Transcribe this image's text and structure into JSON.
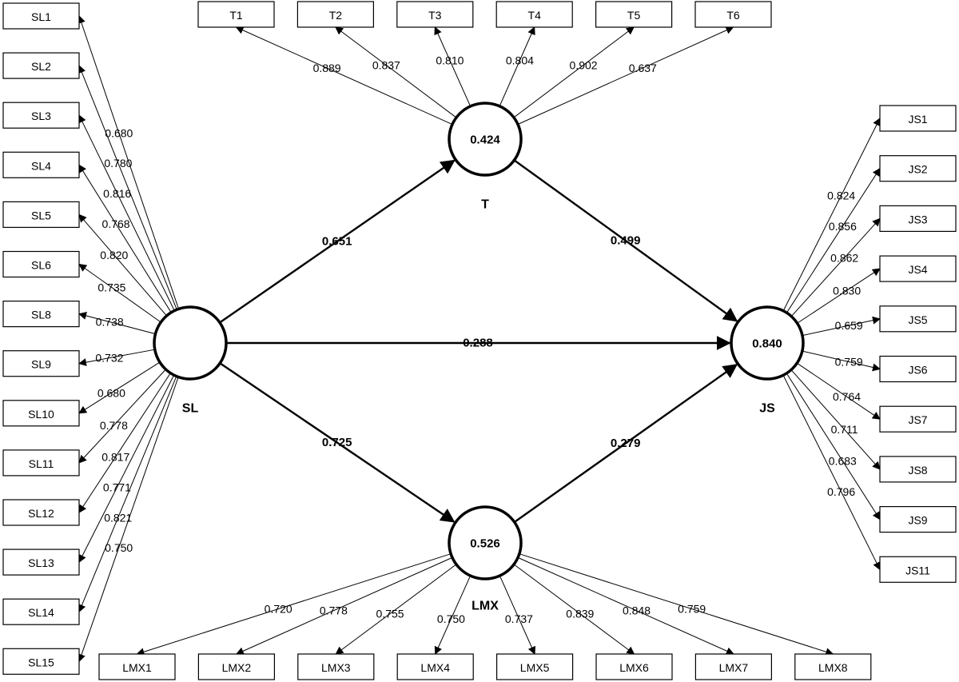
{
  "latent": {
    "SL": {
      "name": "SL",
      "r2": ""
    },
    "T": {
      "name": "T",
      "r2": "0.424"
    },
    "JS": {
      "name": "JS",
      "r2": "0.840"
    },
    "LMX": {
      "name": "LMX",
      "r2": "0.526"
    }
  },
  "paths": [
    {
      "from": "SL",
      "to": "T",
      "value": "0.651"
    },
    {
      "from": "T",
      "to": "JS",
      "value": "0.499"
    },
    {
      "from": "SL",
      "to": "JS",
      "value": "0.288"
    },
    {
      "from": "SL",
      "to": "LMX",
      "value": "0.725"
    },
    {
      "from": "LMX",
      "to": "JS",
      "value": "0.279"
    }
  ],
  "indicators": {
    "SL": [
      {
        "name": "SL1",
        "loading": "0.680"
      },
      {
        "name": "SL2",
        "loading": "0.780"
      },
      {
        "name": "SL3",
        "loading": "0.816"
      },
      {
        "name": "SL4",
        "loading": "0.768"
      },
      {
        "name": "SL5",
        "loading": "0.820"
      },
      {
        "name": "SL6",
        "loading": "0.735"
      },
      {
        "name": "SL8",
        "loading": "0.738"
      },
      {
        "name": "SL9",
        "loading": "0.732"
      },
      {
        "name": "SL10",
        "loading": "0.680"
      },
      {
        "name": "SL11",
        "loading": "0.778"
      },
      {
        "name": "SL12",
        "loading": "0.817"
      },
      {
        "name": "SL13",
        "loading": "0.771"
      },
      {
        "name": "SL14",
        "loading": "0.821"
      },
      {
        "name": "SL15",
        "loading": "0.750"
      }
    ],
    "T": [
      {
        "name": "T1",
        "loading": "0.889"
      },
      {
        "name": "T2",
        "loading": "0.837"
      },
      {
        "name": "T3",
        "loading": "0.810"
      },
      {
        "name": "T4",
        "loading": "0.804"
      },
      {
        "name": "T5",
        "loading": "0.902"
      },
      {
        "name": "T6",
        "loading": "0.637"
      }
    ],
    "JS": [
      {
        "name": "JS1",
        "loading": "0.824"
      },
      {
        "name": "JS2",
        "loading": "0.856"
      },
      {
        "name": "JS3",
        "loading": "0.862"
      },
      {
        "name": "JS4",
        "loading": "0.830"
      },
      {
        "name": "JS5",
        "loading": "0.659"
      },
      {
        "name": "JS6",
        "loading": "0.759"
      },
      {
        "name": "JS7",
        "loading": "0.764"
      },
      {
        "name": "JS8",
        "loading": "0.711"
      },
      {
        "name": "JS9",
        "loading": "0.683"
      },
      {
        "name": "JS11",
        "loading": "0.796"
      }
    ],
    "LMX": [
      {
        "name": "LMX1",
        "loading": "0.720"
      },
      {
        "name": "LMX2",
        "loading": "0.778"
      },
      {
        "name": "LMX3",
        "loading": "0.755"
      },
      {
        "name": "LMX4",
        "loading": "0.750"
      },
      {
        "name": "LMX5",
        "loading": "0.737"
      },
      {
        "name": "LMX6",
        "loading": "0.839"
      },
      {
        "name": "LMX7",
        "loading": "0.848"
      },
      {
        "name": "LMX8",
        "loading": "0.759"
      }
    ]
  }
}
